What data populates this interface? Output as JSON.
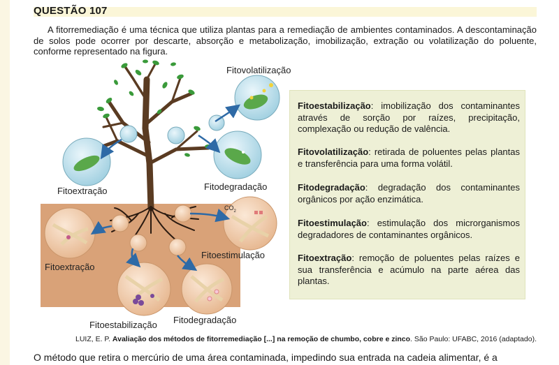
{
  "question": {
    "title": "QUESTÃO 107",
    "intro": "A fitorremediação é uma técnica que utiliza plantas para a remediação de ambientes contaminados. A descontaminação de solos pode ocorrer por descarte, absorção e metabolização, imobilização, extração ou volatilização do poluente, conforme representado na figura.",
    "prompt": "O método que retira o mercúrio de uma área contaminada, impedindo sua entrada na cadeia alimentar, é a"
  },
  "figure": {
    "labels": {
      "fitovolatilizacao": "Fitovolatilização",
      "fitoextracao_top": "Fitoextração",
      "fitodegradacao_top": "Fitodegradação",
      "co2": "CO",
      "fitoestimulacao": "Fitoestimulação",
      "fitoextracao_bottom": "Fitoextração",
      "fitoestabilizacao": "Fitoestabilização",
      "fitodegradacao_bottom": "Fitodegradação"
    }
  },
  "definitions": [
    {
      "term": "Fitoestabilização",
      "text": ": imobilização dos contaminantes através de sorção por raízes, precipitação, complexação ou redução de valência."
    },
    {
      "term": "Fitovolatilização",
      "text": ": retirada de poluentes pelas plantas e transferência para uma forma volátil."
    },
    {
      "term": "Fitodegradação",
      "text": ": degradação dos contaminantes orgânicos por ação enzimática."
    },
    {
      "term": "Fitoestimulação",
      "text": ": estimulação dos microrganismos degradadores de contaminantes orgânicos."
    },
    {
      "term": "Fitoextração",
      "text": ": remoção de poluentes pelas raízes e sua transferência e acúmulo na parte aérea das plantas."
    }
  ],
  "citation": {
    "author": "LUIZ, E. P. ",
    "title": "Avaliação dos métodos de fitorremediação [...] na remoção de chumbo, cobre e zinco",
    "rest": ". São Paulo: UFABC, 2016 (adaptado)."
  },
  "colors": {
    "soil": "#d9a278",
    "bark": "#5a3b22",
    "leaf": "#3a9a3a",
    "bubble": "#c9e6f0",
    "arrow": "#2e6aa6",
    "infobox": "#eef0d6"
  }
}
